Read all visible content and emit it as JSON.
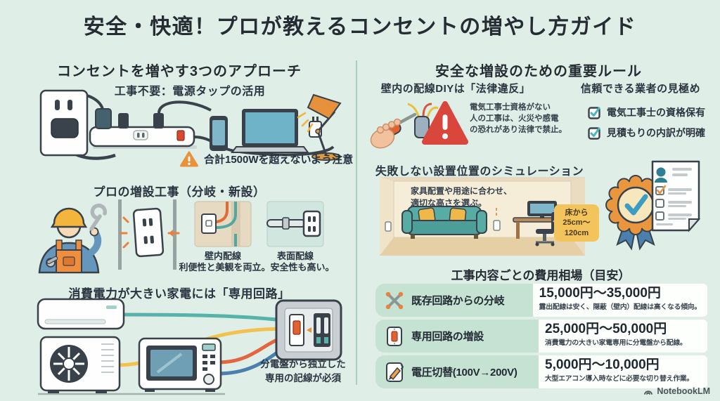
{
  "title": "安全・快適！プロが教えるコンセントの増やし方ガイド",
  "left_column": {
    "header": "コンセントを増やす3つのアプローチ",
    "tap": {
      "title": "工事不要：電源タップの活用",
      "warning": "合計1500Wを超えないよう注意"
    },
    "pro_work": {
      "title": "プロの増設工事（分岐・新設）",
      "wall_label": "壁内配線",
      "surface_label": "表面配線",
      "caption_left": "利便性と美観を両立。",
      "caption_right": "安全性も高い。"
    },
    "dedicated": {
      "title": "消費電力が大きい家電には「専用回路」",
      "caption": "分電盤から独立した\n専用の記線が必須"
    }
  },
  "right_column": {
    "header": "安全な増設のための重要ルール",
    "diy_ban": {
      "title": "壁内の配線DIYは「法律違反」",
      "body": "電気工事士資格がない\n人の工事は、火災や感電\nの恐れがあり法律で禁止。"
    },
    "vendor_check": {
      "title": "信頼できる業者の見極め",
      "items": [
        "電気工事士の資格保有",
        "見積もりの内訳が明確"
      ]
    },
    "simulation": {
      "title": "失敗しない設置位置のシミュレーション",
      "room_note": "家具配置や用途に合わせ、\n適切な高さを選ぶ。",
      "height_label": "床から\n25cm〜\n120cm"
    },
    "pricing": {
      "title": "工事内容ごとの費用相場（目安）",
      "rows": [
        {
          "icon": "branch-wires-icon",
          "label": "既存回路からの分岐",
          "price": "15,000円〜35,000円",
          "note": "露出配線は安く、隠蔽（壁内）配線は高くなる傾向。"
        },
        {
          "icon": "dedicated-outlet-icon",
          "label": "専用回路の増設",
          "price": "25,000円〜50,000円",
          "note": "消費電力の大きい家電専用に分電盤から配線。"
        },
        {
          "icon": "voltage-switch-icon",
          "label": "電圧切替(100V→200V)",
          "price": "5,000円〜10,000円",
          "note": "大型エアコン導入時などに必要な切り替え作業。"
        }
      ]
    }
  },
  "footer": {
    "brand": "NotebookLM"
  },
  "colors": {
    "background": "#dfeee6",
    "accent_orange": "#e8923c",
    "warning_red": "#d9463c",
    "accent_teal": "#4ab3ab",
    "table_cell_green": "#c5e2d3",
    "room_beige": "#f3e9d2"
  }
}
